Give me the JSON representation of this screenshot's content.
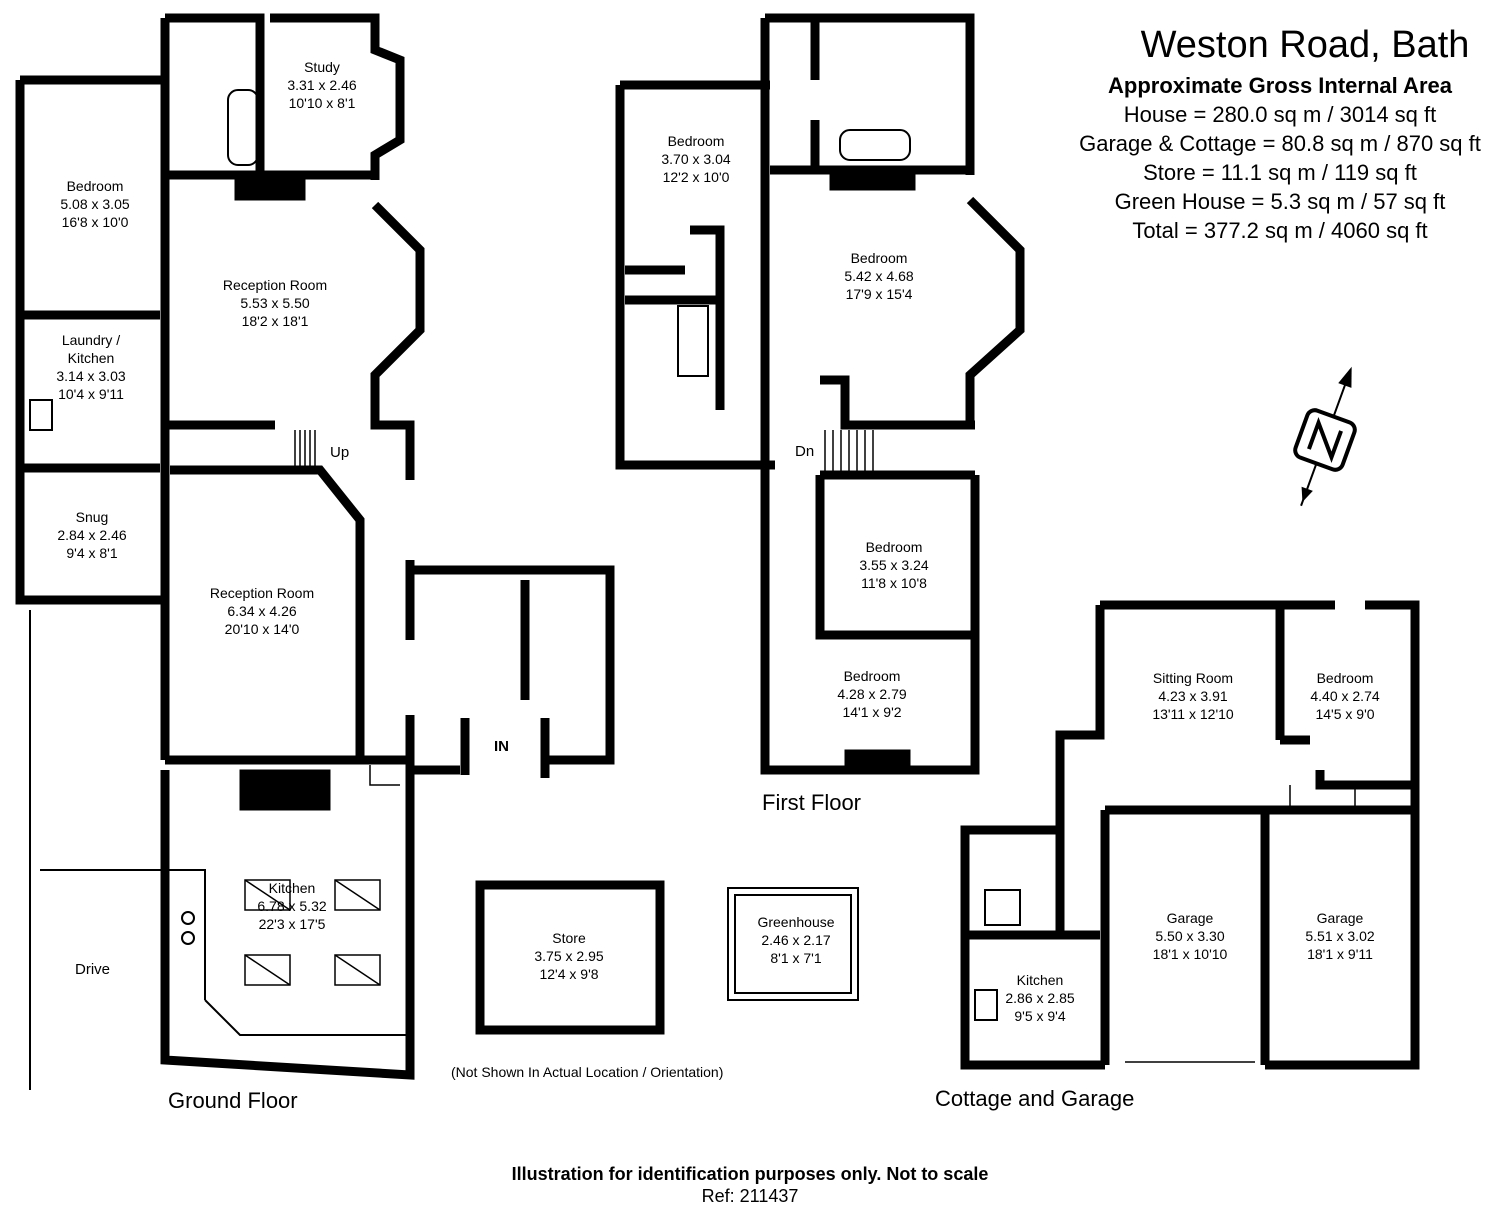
{
  "header": {
    "title": "Weston Road, Bath",
    "subtitle": "Approximate Gross Internal Area",
    "areas": [
      "House = 280.0 sq m / 3014 sq ft",
      "Garage & Cottage = 80.8 sq m / 870 sq ft",
      "Store = 11.1 sq m / 119 sq ft",
      "Green House = 5.3 sq m / 57 sq ft",
      "Total = 377.2 sq m / 4060 sq ft"
    ]
  },
  "rooms": {
    "gf_bedroom": {
      "name": "Bedroom",
      "metric": "5.08 x 3.05",
      "imperial": "16'8 x 10'0"
    },
    "study": {
      "name": "Study",
      "metric": "3.31 x 2.46",
      "imperial": "10'10 x 8'1"
    },
    "reception1": {
      "name": "Reception Room",
      "metric": "5.53 x 5.50",
      "imperial": "18'2 x 18'1"
    },
    "laundry": {
      "name1": "Laundry /",
      "name2": "Kitchen",
      "metric": "3.14 x 3.03",
      "imperial": "10'4 x 9'11"
    },
    "snug": {
      "name": "Snug",
      "metric": "2.84 x 2.46",
      "imperial": "9'4 x 8'1"
    },
    "reception2": {
      "name": "Reception Room",
      "metric": "6.34 x 4.26",
      "imperial": "20'10 x 14'0"
    },
    "kitchen": {
      "name": "Kitchen",
      "metric": "6.78 x 5.32",
      "imperial": "22'3 x 17'5"
    },
    "store": {
      "name": "Store",
      "metric": "3.75 x 2.95",
      "imperial": "12'4 x 9'8"
    },
    "greenhouse": {
      "name": "Greenhouse",
      "metric": "2.46 x 2.17",
      "imperial": "8'1 x 7'1"
    },
    "ff_bedroom1": {
      "name": "Bedroom",
      "metric": "3.70 x 3.04",
      "imperial": "12'2 x 10'0"
    },
    "ff_bedroom2": {
      "name": "Bedroom",
      "metric": "5.42 x 4.68",
      "imperial": "17'9 x 15'4"
    },
    "ff_bedroom3": {
      "name": "Bedroom",
      "metric": "3.55 x 3.24",
      "imperial": "11'8 x 10'8"
    },
    "ff_bedroom4": {
      "name": "Bedroom",
      "metric": "4.28 x 2.79",
      "imperial": "14'1 x 9'2"
    },
    "sitting": {
      "name": "Sitting Room",
      "metric": "4.23 x 3.91",
      "imperial": "13'11 x 12'10"
    },
    "cg_bedroom": {
      "name": "Bedroom",
      "metric": "4.40 x 2.74",
      "imperial": "14'5 x 9'0"
    },
    "garage1": {
      "name": "Garage",
      "metric": "5.50 x 3.30",
      "imperial": "18'1 x 10'10"
    },
    "garage2": {
      "name": "Garage",
      "metric": "5.51 x 3.02",
      "imperial": "18'1 x 9'11"
    },
    "cg_kitchen": {
      "name": "Kitchen",
      "metric": "2.86 x 2.85",
      "imperial": "9'5 x 9'4"
    }
  },
  "labels": {
    "up": "Up",
    "dn": "Dn",
    "in": "IN",
    "drive": "Drive",
    "store_note": "(Not Shown In Actual Location / Orientation)"
  },
  "floors": {
    "ground": "Ground Floor",
    "first": "First Floor",
    "cottage": "Cottage and Garage"
  },
  "footer": {
    "disclaimer": "Illustration for identification purposes only. Not to scale",
    "ref": "Ref: 211437"
  },
  "compass": {
    "label": "N",
    "icon": "north-arrow-icon"
  }
}
